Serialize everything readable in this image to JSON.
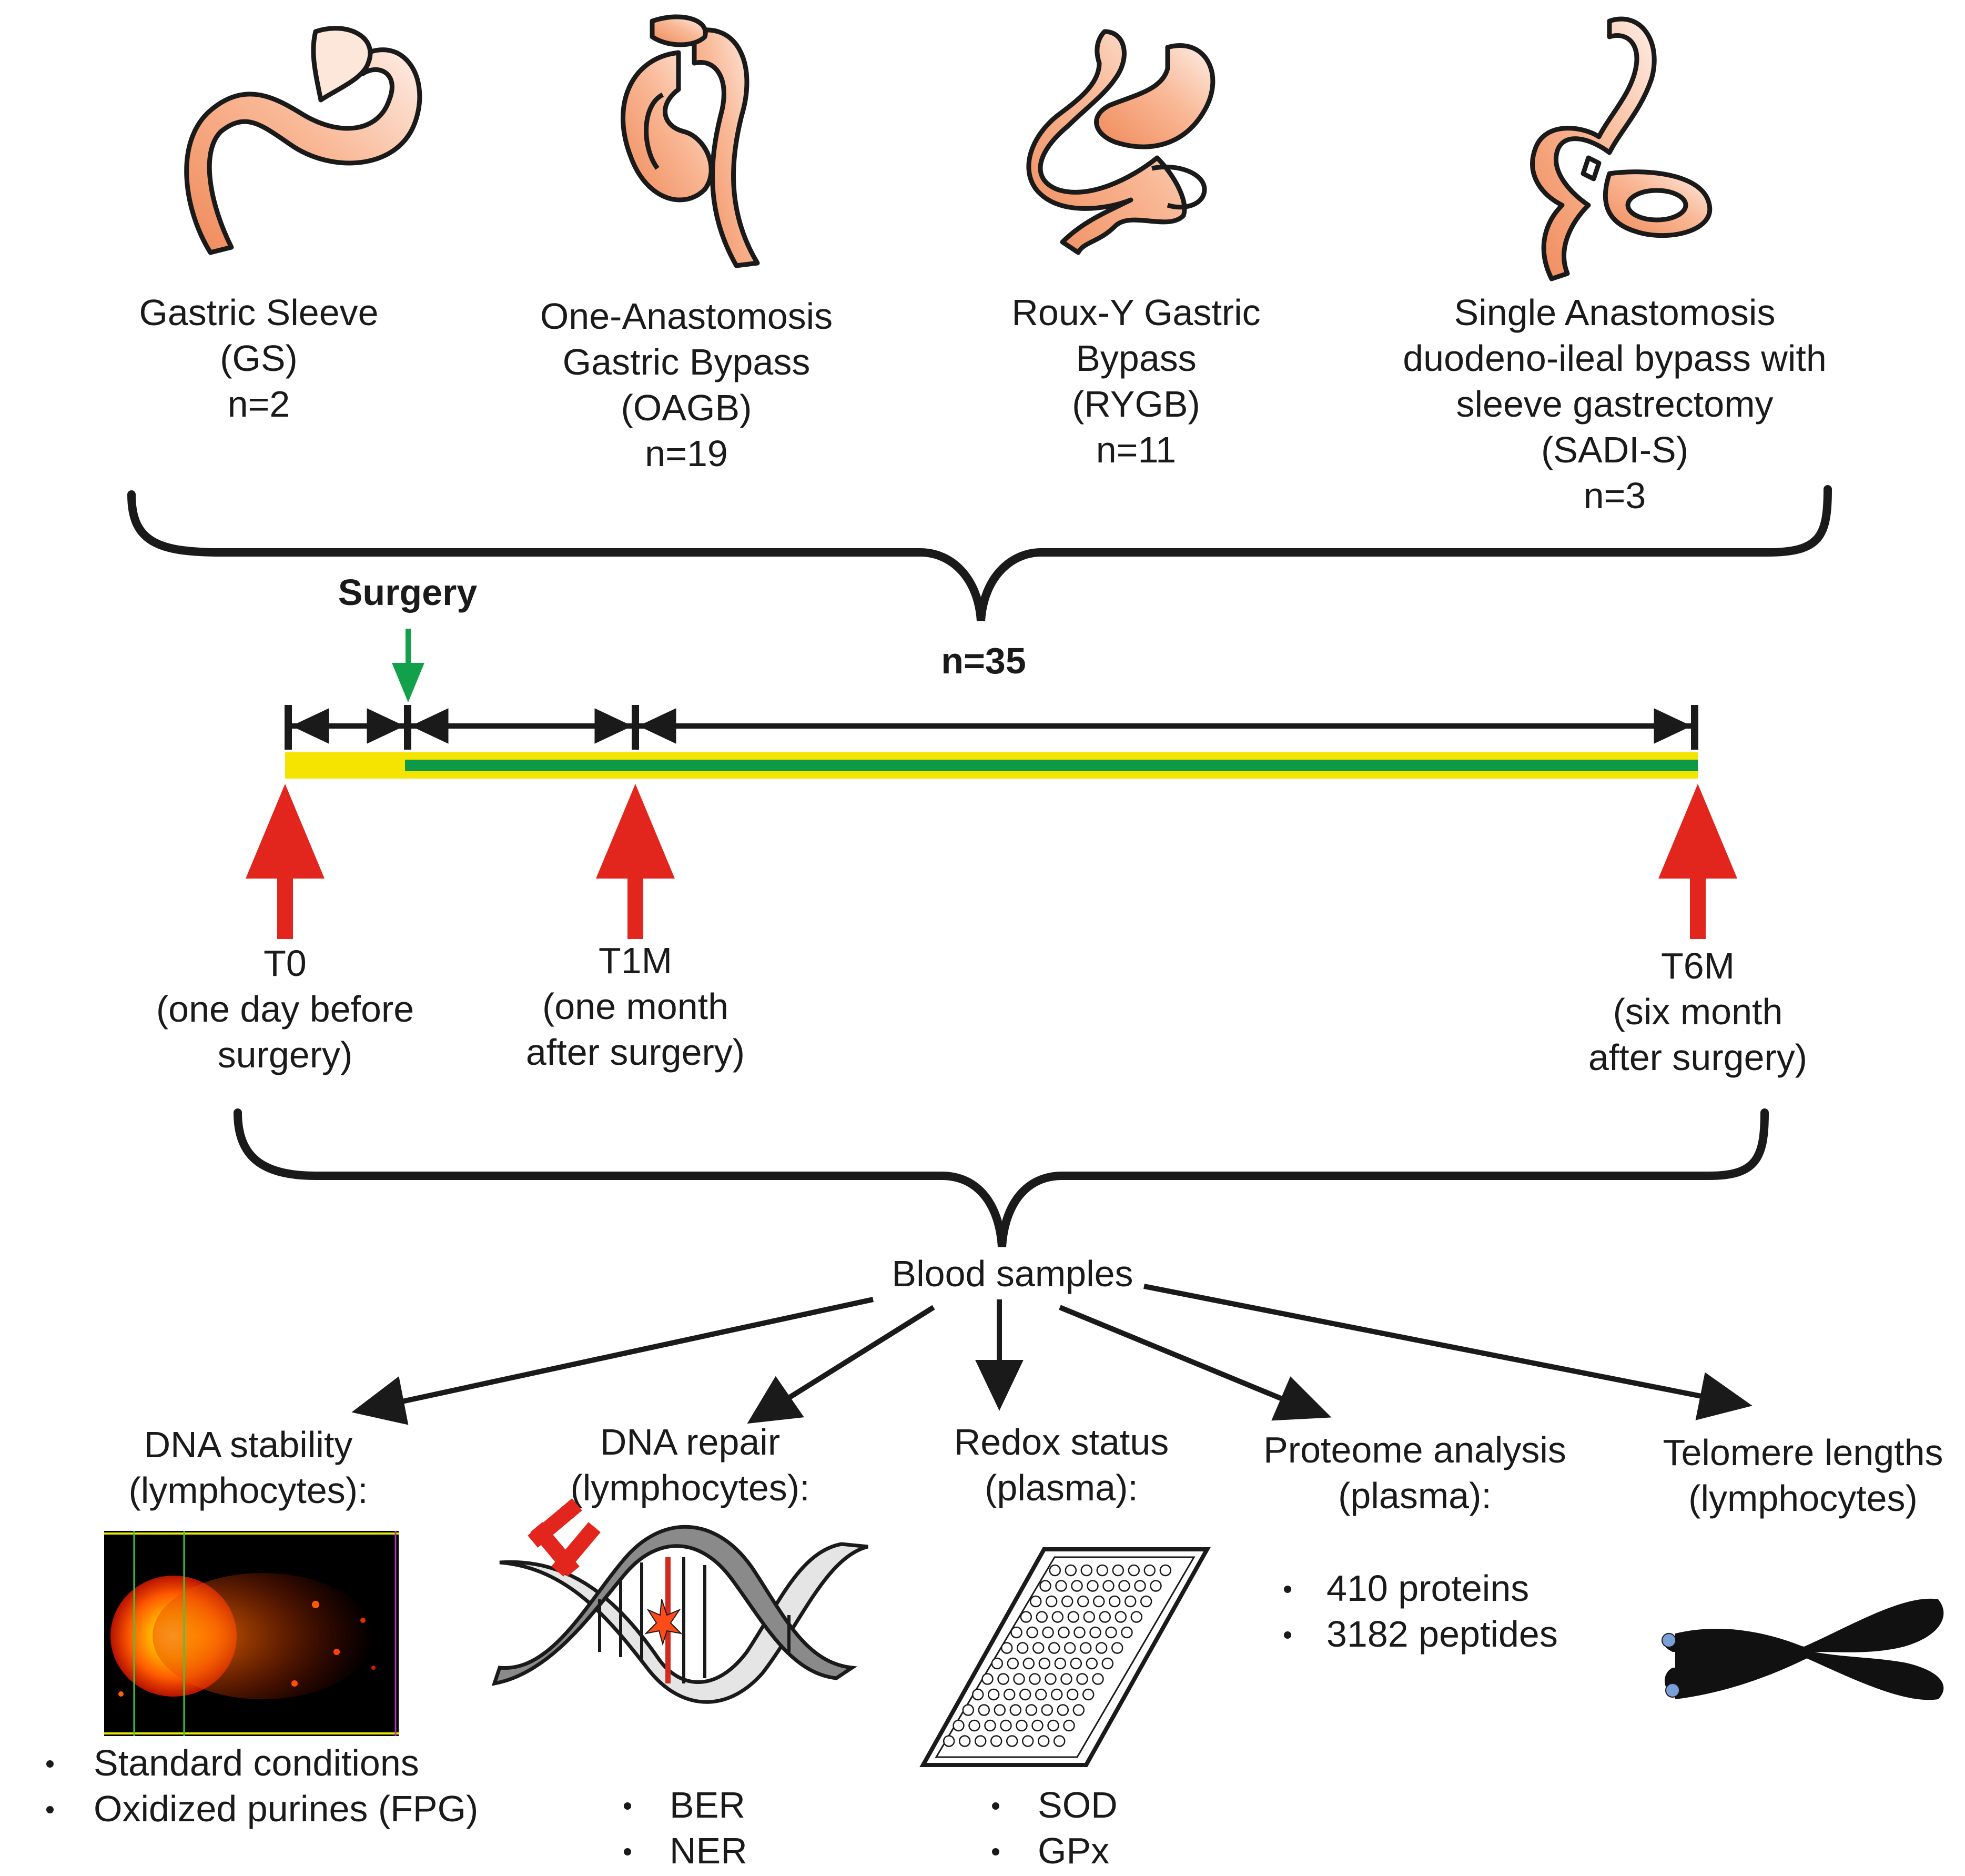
{
  "procedures": [
    {
      "lines": [
        "Gastric Sleeve",
        "(GS)",
        "n=2"
      ]
    },
    {
      "lines": [
        "One-Anastomosis",
        "Gastric Bypass",
        "(OAGB)",
        "n=19"
      ]
    },
    {
      "lines": [
        "Roux-Y Gastric",
        "Bypass",
        "(RYGB)",
        "n=11"
      ]
    },
    {
      "lines": [
        "Single Anastomosis",
        "duodeno-ileal bypass with",
        "sleeve gastrectomy",
        "(SADI-S)",
        "n=3"
      ]
    }
  ],
  "timeline": {
    "surgery_label": "Surgery",
    "total_label": "n=35",
    "timepoints": [
      {
        "lines": [
          "T0",
          "(one day before",
          "surgery)"
        ]
      },
      {
        "lines": [
          "T1M",
          "(one month",
          "after surgery)"
        ]
      },
      {
        "lines": [
          "T6M",
          "(six month",
          "after surgery)"
        ]
      }
    ]
  },
  "blood_samples_label": "Blood samples",
  "analyses": [
    {
      "title": [
        "DNA stability",
        "(lymphocytes):"
      ],
      "items": [
        "Standard conditions",
        "Oxidized purines (FPG)"
      ]
    },
    {
      "title": [
        "DNA repair",
        "(lymphocytes):"
      ],
      "items": [
        "BER",
        "NER"
      ]
    },
    {
      "title": [
        "Redox status",
        "(plasma):"
      ],
      "items": [
        "SOD",
        "GPx"
      ]
    },
    {
      "title": [
        "Proteome analysis",
        "(plasma):"
      ],
      "items": [
        "410 proteins",
        "3182 peptides"
      ]
    },
    {
      "title": [
        "Telomere lengths",
        "(lymphocytes)"
      ],
      "items": []
    }
  ],
  "colors": {
    "stomach_fill": "#f6a57a",
    "stomach_light": "#fde6da",
    "timeline_yellow": "#f5e400",
    "timeline_green": "#0c9a49",
    "sample_arrow_red": "#e2261d",
    "surgery_arrow_green": "#12a04a",
    "comet_hot": "#ffe14a",
    "comet_mid": "#ff6a00",
    "comet_edge": "#d61800"
  }
}
